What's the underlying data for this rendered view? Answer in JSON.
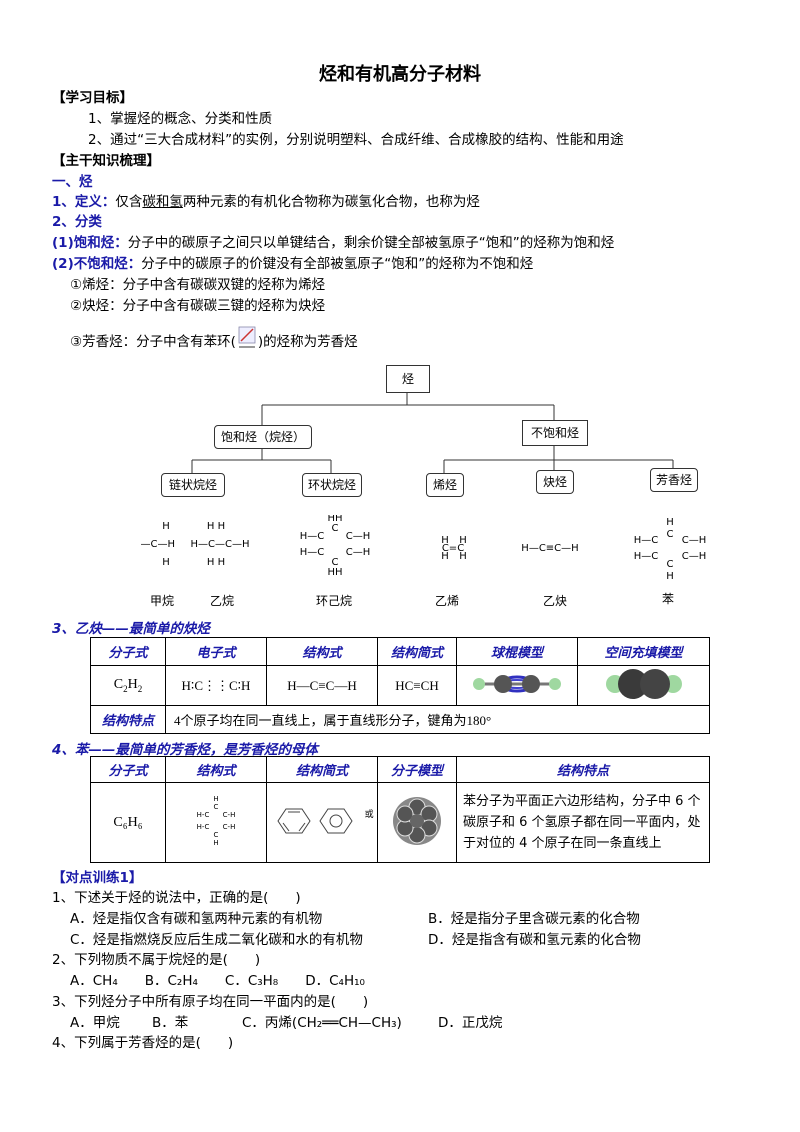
{
  "title": "烃和有机高分子材料",
  "goals": {
    "heading": "【学习目标】",
    "items": [
      "1、掌握烃的概念、分类和性质",
      "2、通过“三大合成材料”的实例，分别说明塑料、合成纤维、合成橡胶的结构、性能和用途"
    ]
  },
  "main": {
    "heading": "【主干知识梳理】",
    "sec1": "一、烃",
    "def_label": "1、定义：",
    "def_pre": "仅含",
    "def_ul": "碳和氢",
    "def_post": "两种元素的有机化合物称为碳氢化合物，也称为烃",
    "sec2": "2、分类",
    "sat_label": "(1)饱和烃：",
    "sat_text": "分子中的碳原子之间只以单键结合，剩余价键全部被氢原子“饱和”的烃称为饱和烃",
    "unsat_label": "(2)不饱和烃：",
    "unsat_text": "分子中的碳原子的价键没有全部被氢原子“饱和”的烃称为不饱和烃",
    "alkene": "①烯烃：分子中含有碳碳双键的烃称为烯烃",
    "alkyne": "②炔烃：分子中含有碳碳三键的烃称为炔烃",
    "arom_pre": "③芳香烃：分子中含有苯环(",
    "arom_post": ")的烃称为芳香烃"
  },
  "tree": {
    "root": "烃",
    "sat": "饱和烃（烷烃）",
    "unsat": "不饱和烃",
    "chain": "链状烷烃",
    "ring": "环状烷烃",
    "alkene": "烯烃",
    "alkyne": "炔烃",
    "arom": "芳香烃",
    "names": [
      "甲烷",
      "乙烷",
      "环己烷",
      "乙烯",
      "乙炔",
      "苯"
    ]
  },
  "acetylene": {
    "heading": "3、乙炔——最简单的炔烃",
    "headers": [
      "分子式",
      "电子式",
      "结构式",
      "结构简式",
      "球棍模型",
      "空间充填模型"
    ],
    "formula_c": "C",
    "formula_n": "2",
    "formula_h": "H",
    "formula_n2": "2",
    "electron": "H∶C⋮⋮C∶H",
    "structure": "H—C≡C—H",
    "simple": "HC≡CH",
    "feature_label": "结构特点",
    "feature": "4个原子均在同一直线上，属于直线形分子，键角为180°"
  },
  "benzene": {
    "heading": "4、苯——最简单的芳香烃，是芳香烃的母体",
    "headers": [
      "分子式",
      "结构式",
      "结构简式",
      "分子模型",
      "结构特点"
    ],
    "formula": "C₆H₆",
    "or": "或",
    "feature": "苯分子为平面正六边形结构，分子中 6 个碳原子和 6 个氢原子都在同一平面内，处于对位的 4 个原子在同一条直线上"
  },
  "practice": {
    "heading": "【对点训练1】",
    "q1": "1、下述关于烃的说法中，正确的是(　　)",
    "q1a": "A．烃是指仅含有碳和氢两种元素的有机物",
    "q1b": "B．烃是指分子里含碳元素的化合物",
    "q1c": "C．烃是指燃烧反应后生成二氧化碳和水的有机物",
    "q1d": "D．烃是指含有碳和氢元素的化合物",
    "q2": "2、下列物质不属于烷烃的是(　　)",
    "q2opts": "A．CH₄　　B．C₂H₄　　C．C₃H₈　　D．C₄H₁₀",
    "q3": "3、下列烃分子中所有原子均在同一平面内的是(　　)",
    "q3a": "A．甲烷",
    "q3b": "B．苯",
    "q3c": "C．丙烯(CH₂══CH—CH₃)",
    "q3d": "D．正戊烷",
    "q4": "4、下列属于芳香烃的是(　　)"
  }
}
